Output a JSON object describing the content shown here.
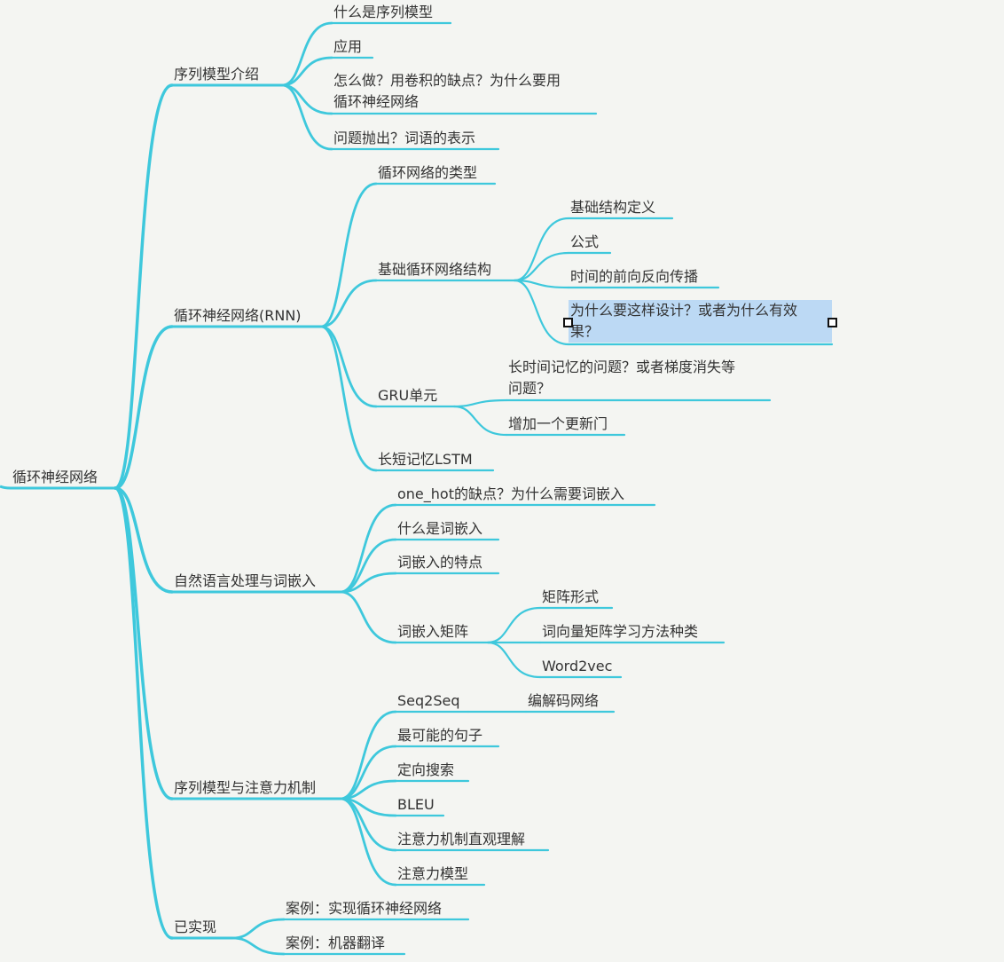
{
  "colors": {
    "branch": "#3ec8dc",
    "text": "#333333",
    "selected_bg": "#bcd9f4",
    "background": "#f4f5f2"
  },
  "mindmap": {
    "root": "循环神经网络",
    "branches": [
      {
        "label": "序列模型介绍",
        "children": [
          {
            "label": "什么是序列模型"
          },
          {
            "label": "应用"
          },
          {
            "label": "怎么做？用卷积的缺点？为什么要用\n循环神经网络"
          },
          {
            "label": "问题抛出？词语的表示"
          }
        ]
      },
      {
        "label": "循环神经网络(RNN)",
        "children": [
          {
            "label": "循环网络的类型"
          },
          {
            "label": "基础循环网络结构",
            "children": [
              {
                "label": "基础结构定义"
              },
              {
                "label": "公式"
              },
              {
                "label": "时间的前向反向传播"
              },
              {
                "label": "为什么要这样设计？或者为什么有效\n果？",
                "selected": true
              }
            ]
          },
          {
            "label": "GRU单元",
            "children": [
              {
                "label": "长时间记忆的问题？或者梯度消失等\n问题？"
              },
              {
                "label": "增加一个更新门"
              }
            ]
          },
          {
            "label": "长短记忆LSTM"
          }
        ]
      },
      {
        "label": "自然语言处理与词嵌入",
        "children": [
          {
            "label": "one_hot的缺点？为什么需要词嵌入"
          },
          {
            "label": "什么是词嵌入"
          },
          {
            "label": "词嵌入的特点"
          },
          {
            "label": "词嵌入矩阵",
            "children": [
              {
                "label": "矩阵形式"
              },
              {
                "label": "词向量矩阵学习方法种类"
              },
              {
                "label": "Word2vec"
              }
            ]
          }
        ]
      },
      {
        "label": "序列模型与注意力机制",
        "children": [
          {
            "label": "Seq2Seq",
            "children": [
              {
                "label": "编解码网络"
              }
            ]
          },
          {
            "label": "最可能的句子"
          },
          {
            "label": "定向搜索"
          },
          {
            "label": "BLEU"
          },
          {
            "label": "注意力机制直观理解"
          },
          {
            "label": "注意力模型"
          }
        ]
      },
      {
        "label": "已实现",
        "children": [
          {
            "label": "案例：实现循环神经网络"
          },
          {
            "label": "案例：机器翻译"
          }
        ]
      }
    ]
  }
}
